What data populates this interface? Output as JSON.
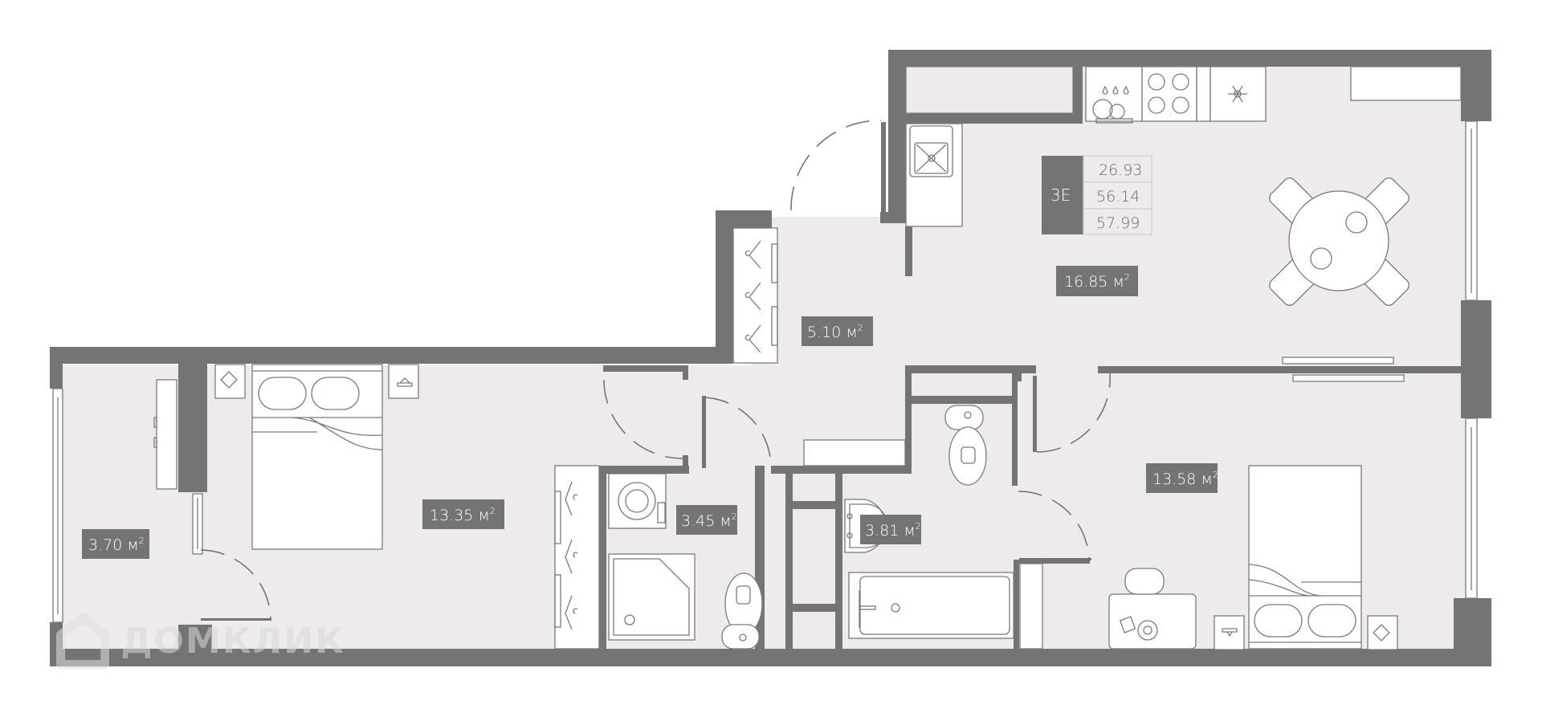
{
  "plan": {
    "type": "apartment-floor-plan",
    "colors": {
      "wall": "#747474",
      "floor": "#eeebea",
      "furniture": "#ffffff",
      "outline": "#7a7a7a",
      "background": "#ffffff"
    },
    "summary_table": {
      "code": "3E",
      "living_area": "26.93",
      "total_area": "56.14",
      "total_area_with_balcony": "57.99"
    },
    "rooms": [
      {
        "id": "kitchen-living",
        "area": "16.85",
        "unit": "м",
        "sup": "2"
      },
      {
        "id": "hallway",
        "area": "5.10",
        "unit": "м",
        "sup": "2"
      },
      {
        "id": "bedroom-left",
        "area": "13.35",
        "unit": "м",
        "sup": "2"
      },
      {
        "id": "balcony",
        "area": "3.70",
        "unit": "м",
        "sup": "2"
      },
      {
        "id": "bathroom-left",
        "area": "3.45",
        "unit": "м",
        "sup": "2"
      },
      {
        "id": "bathroom-right",
        "area": "3.81",
        "unit": "м",
        "sup": "2"
      },
      {
        "id": "bedroom-right",
        "area": "13.58",
        "unit": "м",
        "sup": "2"
      }
    ],
    "icons": [
      "sink-icon",
      "dishwasher-icon",
      "stove-icon",
      "fridge-icon",
      "dining-table-icon",
      "tv-icon",
      "bed-icon",
      "wardrobe-icon",
      "washing-machine-icon",
      "shower-icon",
      "toilet-icon",
      "washbasin-icon",
      "bathtub-icon",
      "desk-icon",
      "chair-icon",
      "nightstand-icon",
      "window-icon",
      "door-icon"
    ]
  },
  "watermark": {
    "brand": "ДОМКЛИК"
  }
}
